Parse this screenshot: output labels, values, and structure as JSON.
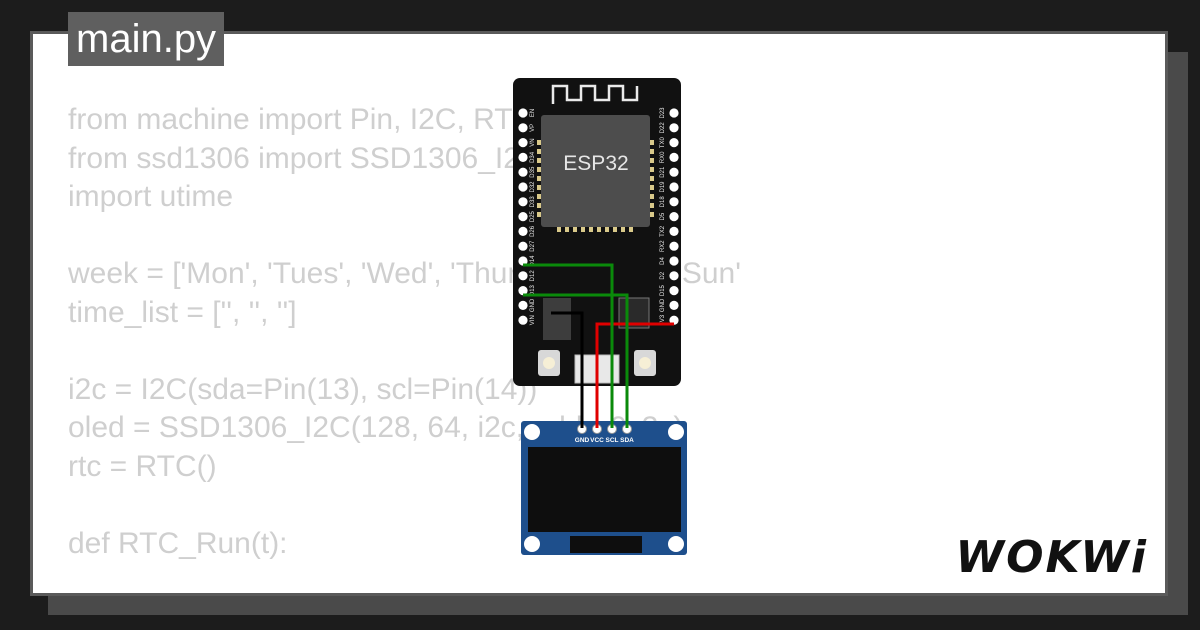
{
  "file_tab": {
    "label": "main.py"
  },
  "code_lines": [
    "from machine import Pin, I2C, RTC, Timer",
    "from ssd1306 import SSD1306_I2C",
    "import utime",
    "",
    "week = ['Mon', 'Tues', 'Wed', 'Thur', 'Fri', 'Sat', 'Sun'",
    "time_list = ['', '', '']",
    "",
    "i2c = I2C(sda=Pin(13), scl=Pin(14))",
    "oled = SSD1306_I2C(128, 64, i2c, addr=0x3c)",
    "rtc = RTC()",
    "",
    "def RTC_Run(t):"
  ],
  "esp32": {
    "chip_label": "ESP32",
    "left_pins": [
      "EN",
      "VP",
      "VN",
      "D34",
      "D35",
      "D32",
      "D33",
      "D25",
      "D26",
      "D27",
      "D14",
      "D12",
      "D13",
      "GND",
      "VIN"
    ],
    "right_pins": [
      "D23",
      "D22",
      "TX0",
      "RX0",
      "D21",
      "D19",
      "D18",
      "D5",
      "TX2",
      "RX2",
      "D4",
      "D2",
      "D15",
      "GND",
      "3V3"
    ]
  },
  "oled": {
    "pins": [
      "GND",
      "VCC",
      "SCL",
      "SDA"
    ]
  },
  "wires": {
    "gnd_color": "#000000",
    "vcc_color": "#e00000",
    "data_color": "#0a8a0a"
  },
  "brand": {
    "logo": "WOKWi"
  }
}
